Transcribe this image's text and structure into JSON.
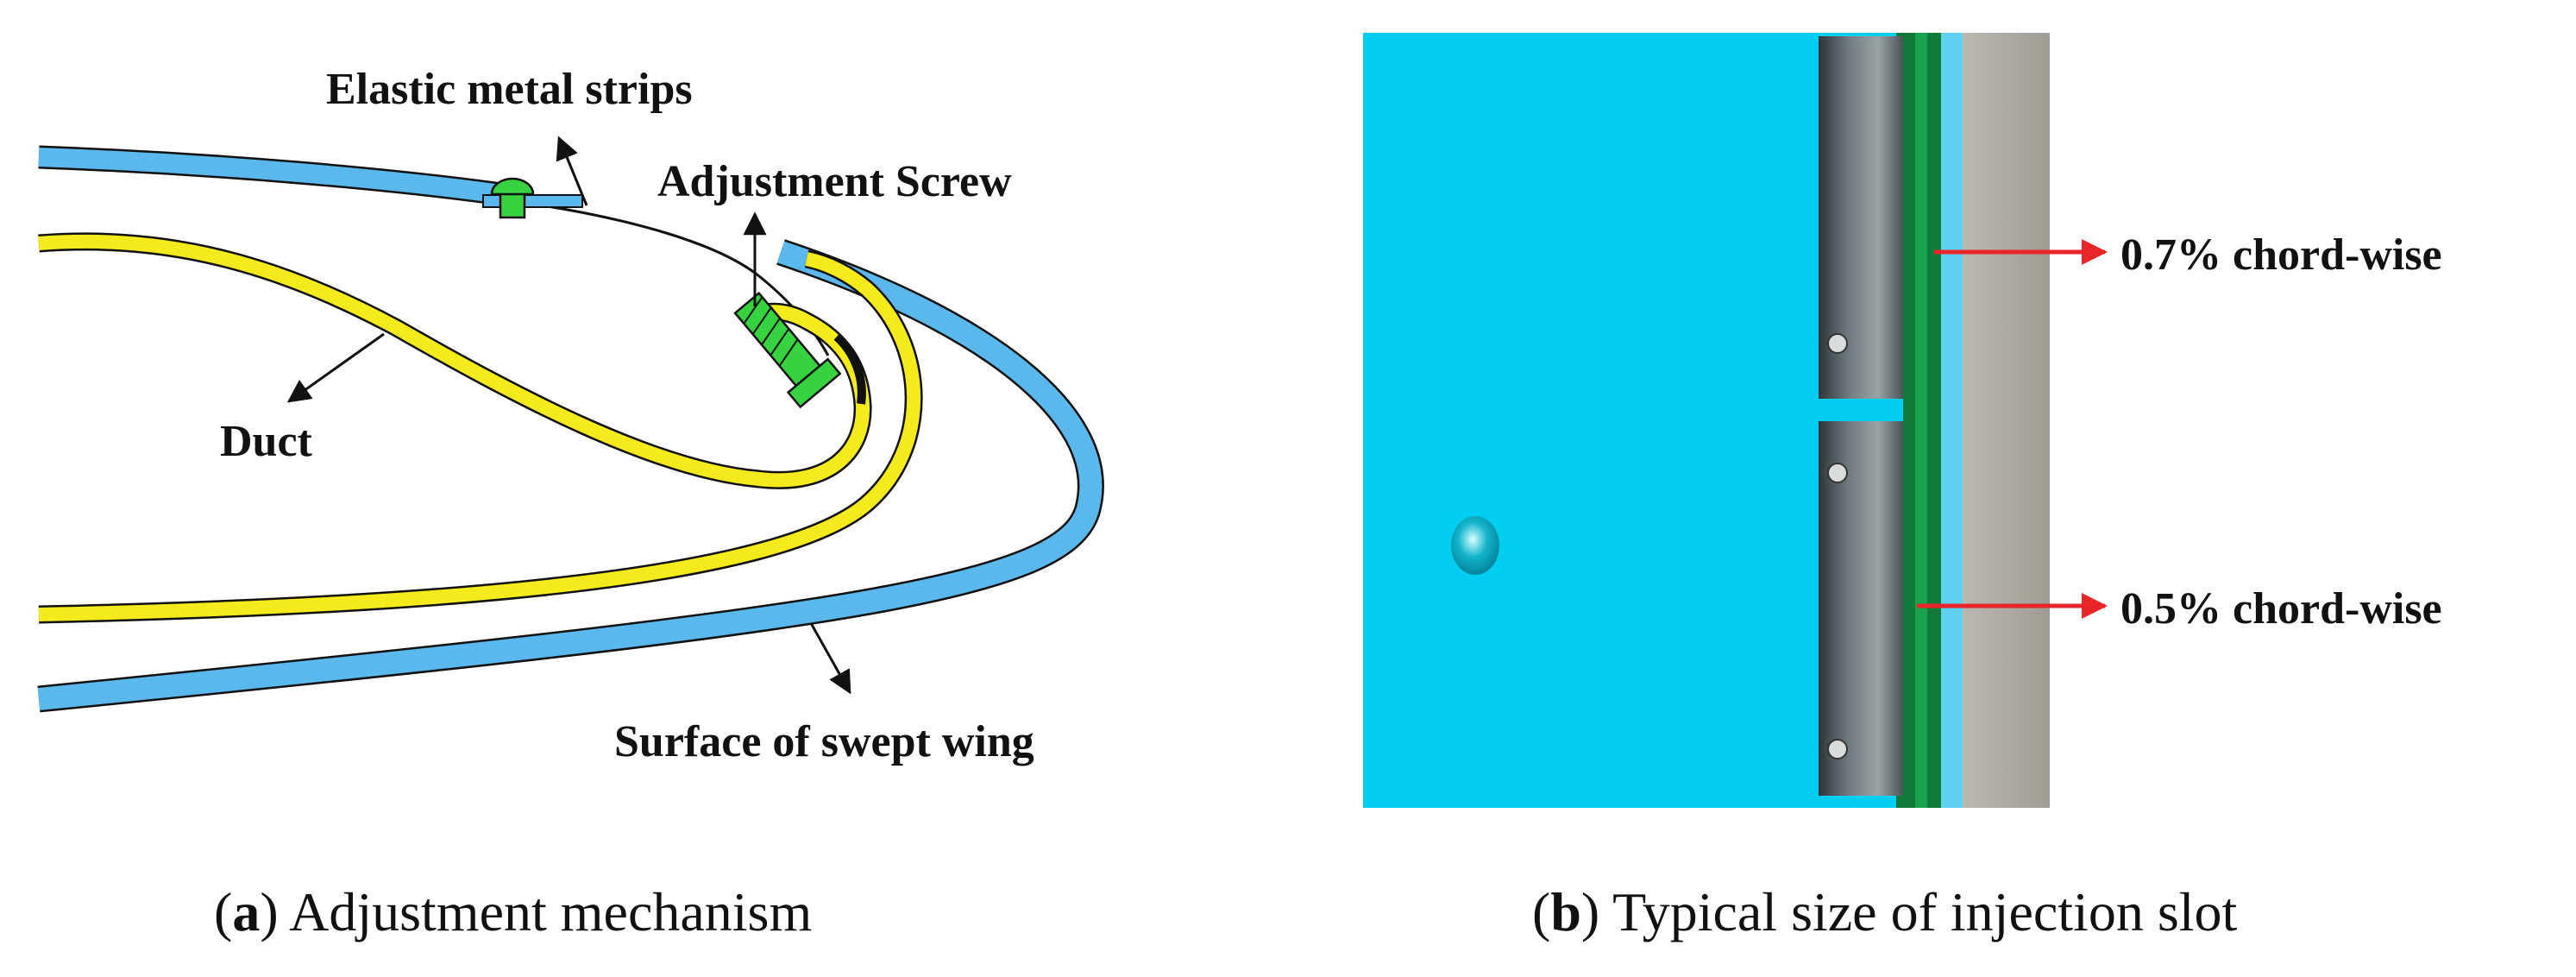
{
  "panel_a": {
    "labels": {
      "elastic_strips": "Elastic metal strips",
      "adjustment_screw": "Adjustment Screw",
      "duct": "Duct",
      "surface": "Surface of swept wing"
    },
    "caption": {
      "letter": "a",
      "text": "Adjustment mechanism"
    }
  },
  "panel_b": {
    "labels": {
      "slot_07": "0.7% chord-wise",
      "slot_05": "0.5% chord-wise"
    },
    "caption": {
      "letter": "b",
      "text": "Typical size of injection slot"
    }
  },
  "colors": {
    "wing_skin": "#5bb8ec",
    "duct": "#f5ea1c",
    "screw": "#37d23f",
    "photo_background": "#00cdef",
    "arrow": "#e8262a",
    "outline": "#111111"
  }
}
